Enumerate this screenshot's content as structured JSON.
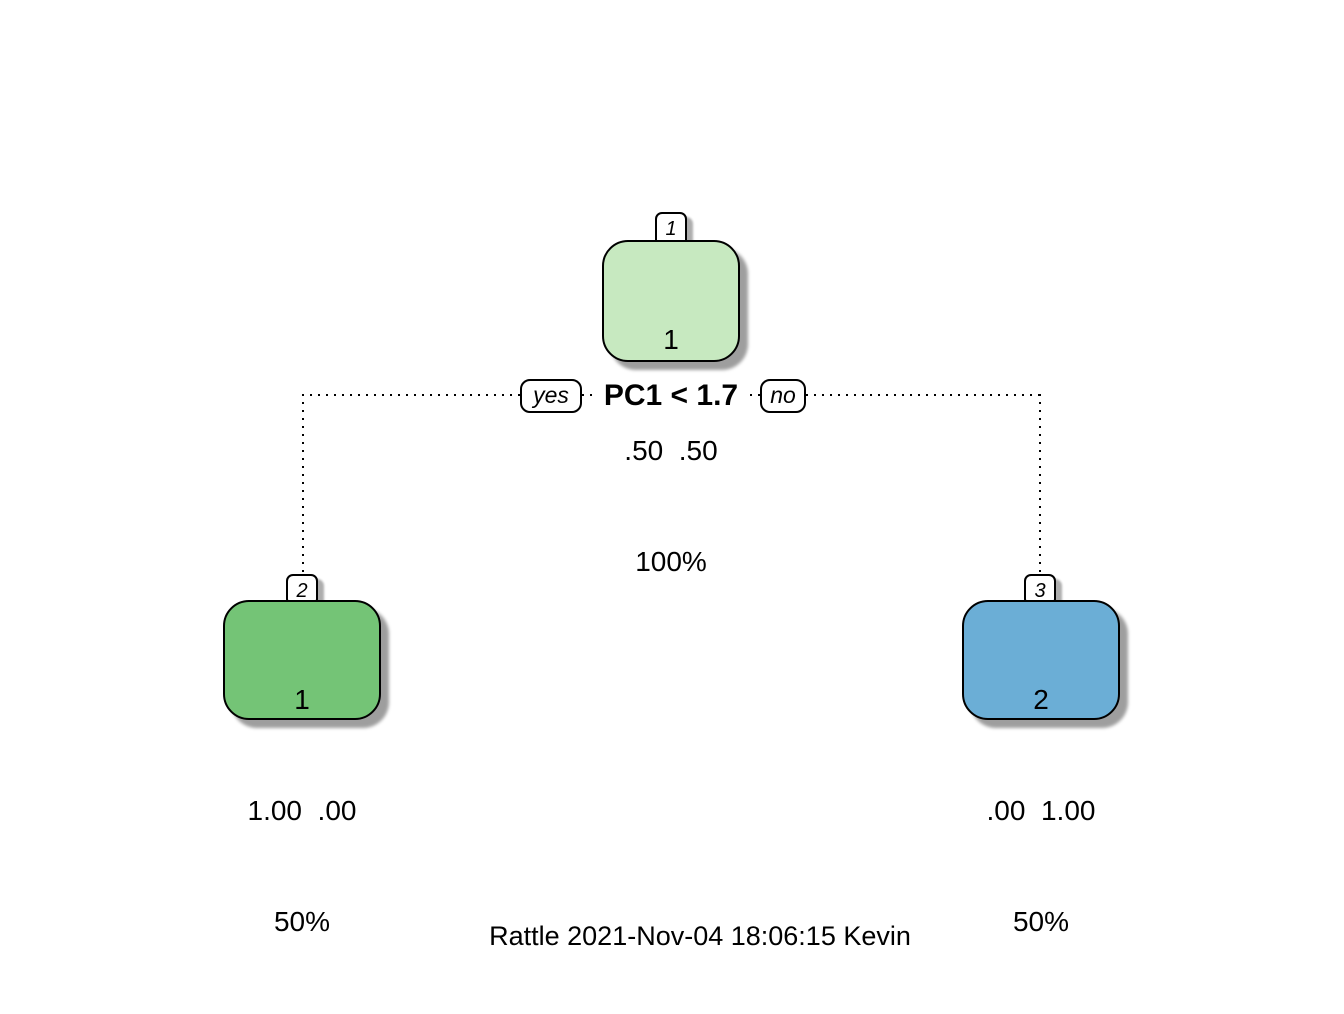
{
  "figure": {
    "type": "decision-tree",
    "split_label": "PC1 < 1.7",
    "yes_label": "yes",
    "no_label": "no",
    "caption": "Rattle 2021-Nov-04 18:06:15 Kevin",
    "colors": {
      "root_fill": "#C7E9C0",
      "left_fill": "#74C476",
      "right_fill": "#6BAED6",
      "border": "#000000",
      "background": "#FFFFFF"
    }
  },
  "nodes": {
    "root": {
      "tab": "1",
      "class_line": "1",
      "prob_line": ".50  .50",
      "coverage": "100%"
    },
    "left": {
      "tab": "2",
      "class_line": "1",
      "prob_line": "1.00  .00",
      "coverage": "50%"
    },
    "right": {
      "tab": "3",
      "class_line": "2",
      "prob_line": ".00  1.00",
      "coverage": "50%"
    }
  },
  "tree": {
    "root_node": "1",
    "split": "PC1 < 1.7",
    "yes_branch_node": "2",
    "no_branch_node": "3"
  }
}
